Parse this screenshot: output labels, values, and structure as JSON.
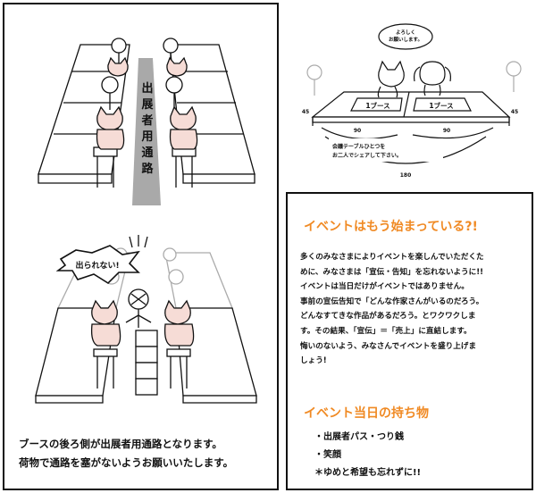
{
  "left_panel": {
    "aisle_label": [
      "出",
      "展",
      "者",
      "用",
      "通",
      "路"
    ],
    "shout": "出られない!",
    "caption_lines": [
      "ブースの後ろ側が出展者用通路となります。",
      "荷物で通路を塞がないようお願いいたします。"
    ]
  },
  "right_top": {
    "speech": [
      "よろしく",
      "お願いします。"
    ],
    "booth_left": "1ブース",
    "booth_right": "1ブース",
    "dim_45_left": "45",
    "dim_45_right": "45",
    "dim_90_left": "90",
    "dim_90_right": "90",
    "note_lines": [
      "会議テーブルひとつを",
      "お二人でシェアして下さい。"
    ],
    "dim_180": "180"
  },
  "right_bottom": {
    "title": "イベントはもう始まっている?!",
    "body_lines": [
      "多くのみなさまによりイベントを楽しんでいただくた",
      "めに、みなさまは「宣伝・告知」を忘れないように!!",
      "イベントは当日だけがイベントではありません。",
      "事前の宣伝告知で「どんな作家さんがいるのだろう。",
      "どんなすてきな作品があるだろう。とワクワクしま",
      "す。その結果、「宣伝」＝「売上」に直結します。",
      "悔いのないよう、みなさんでイベントを盛り上げま",
      "しょう!"
    ],
    "subtitle": "イベント当日の持ち物",
    "items": [
      "・出展者パス・つり銭",
      "・笑顔",
      "＊ゆめと希望も忘れずに!!"
    ]
  },
  "colors": {
    "accent": "#f08a24",
    "aisle": "#a9a9a9",
    "cat_fill": "#f6dcd6"
  }
}
